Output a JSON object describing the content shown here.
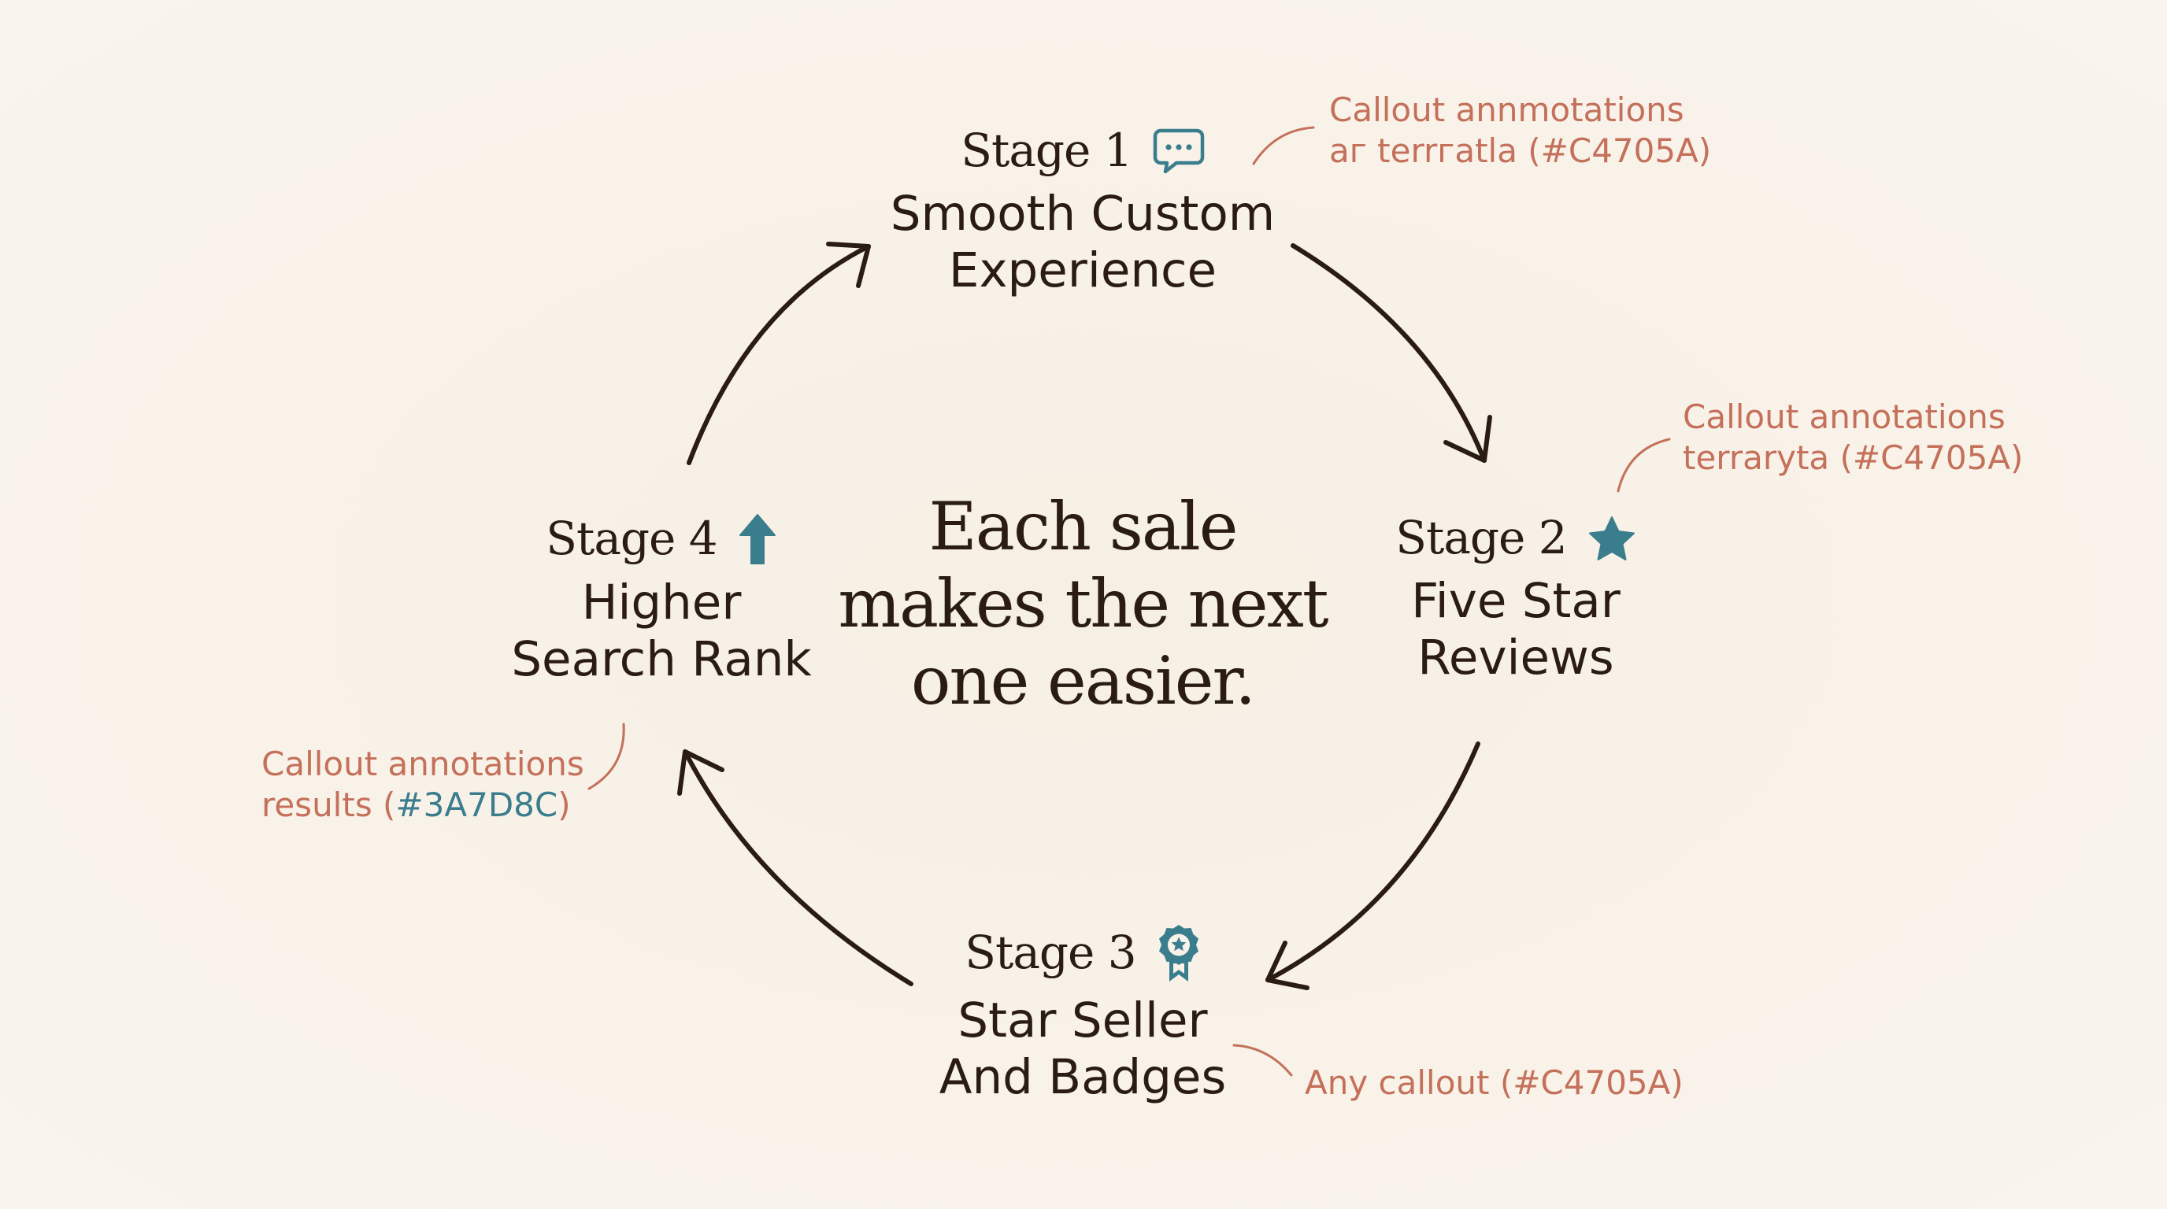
{
  "colors": {
    "ink": "#2a1c12",
    "accent": "#3a7d8c",
    "callout": "#c4705a",
    "background": "#f8f2e9"
  },
  "center": {
    "lines": [
      "Each sale",
      "makes the next",
      "one easier."
    ]
  },
  "stages": [
    {
      "label": "Stage 1",
      "icon": "speech-bubble-icon",
      "title_lines": [
        "Smooth Custom",
        "Experience"
      ]
    },
    {
      "label": "Stage 2",
      "icon": "star-icon",
      "title_lines": [
        "Five Star",
        "Reviews"
      ]
    },
    {
      "label": "Stage 3",
      "icon": "award-badge-icon",
      "title_lines": [
        "Star Seller",
        "And Badges"
      ]
    },
    {
      "label": "Stage 4",
      "icon": "arrow-up-icon",
      "title_lines": [
        "Higher",
        "Search Rank"
      ]
    }
  ],
  "callouts": [
    {
      "lines": [
        "Callout annmotations",
        "аг terrгatla (#C4705A)"
      ]
    },
    {
      "lines": [
        "Callout annotations",
        "terraryta (#C4705A)"
      ]
    },
    {
      "lines": [
        "Any callout (#C4705A)"
      ]
    },
    {
      "line1": "Callout annotations",
      "line2_prefix": "results (",
      "line2_code": "#3A7D8C",
      "line2_suffix": ")"
    }
  ]
}
